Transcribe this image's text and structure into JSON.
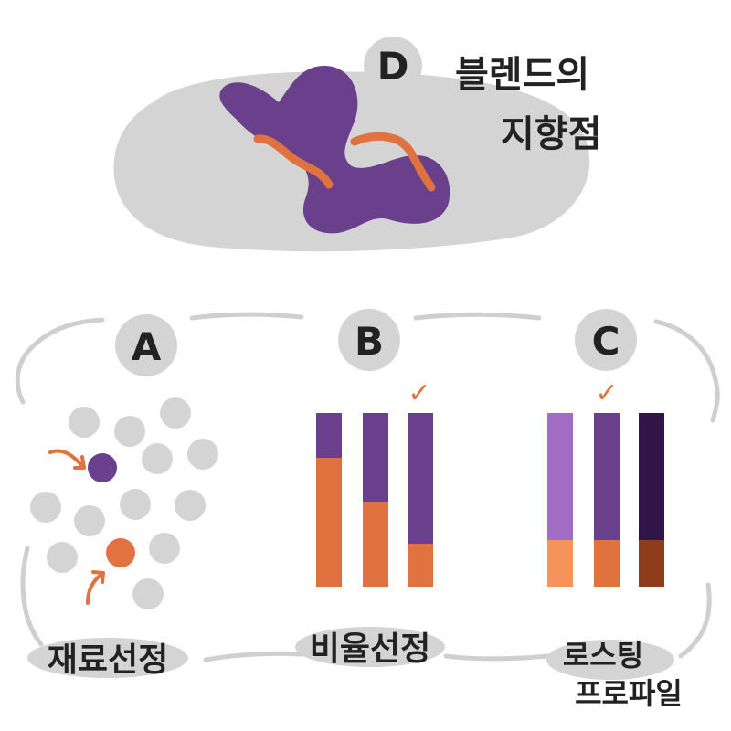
{
  "colors": {
    "background": "#ffffff",
    "blob_gray": "#d4d4d4",
    "dot_gray": "#d4d4d4",
    "purple": "#6a3f8c",
    "orange": "#e07240",
    "light_purple": "#a36cc4",
    "dark_purple": "#321548",
    "light_orange": "#f5935a",
    "dark_orange": "#8e3c1c",
    "line_gray": "#cfcfcf",
    "text": "#222222"
  },
  "top": {
    "badge_letter": "D",
    "title_line1": "블렌드의",
    "title_line2": "지향점"
  },
  "panel_a": {
    "badge_letter": "A",
    "caption": "재료선정"
  },
  "panel_b": {
    "badge_letter": "B",
    "caption": "비율선정",
    "check_mark": "✓",
    "bars_purple_fraction": [
      0.26,
      0.51,
      0.75
    ],
    "selected_index": 2
  },
  "panel_c": {
    "badge_letter": "C",
    "caption_line1": "로스팅",
    "caption_line2": "프로파일",
    "check_mark": "✓",
    "bars_purple_fraction": [
      0.73,
      0.73,
      0.73
    ],
    "selected_index": 1
  }
}
